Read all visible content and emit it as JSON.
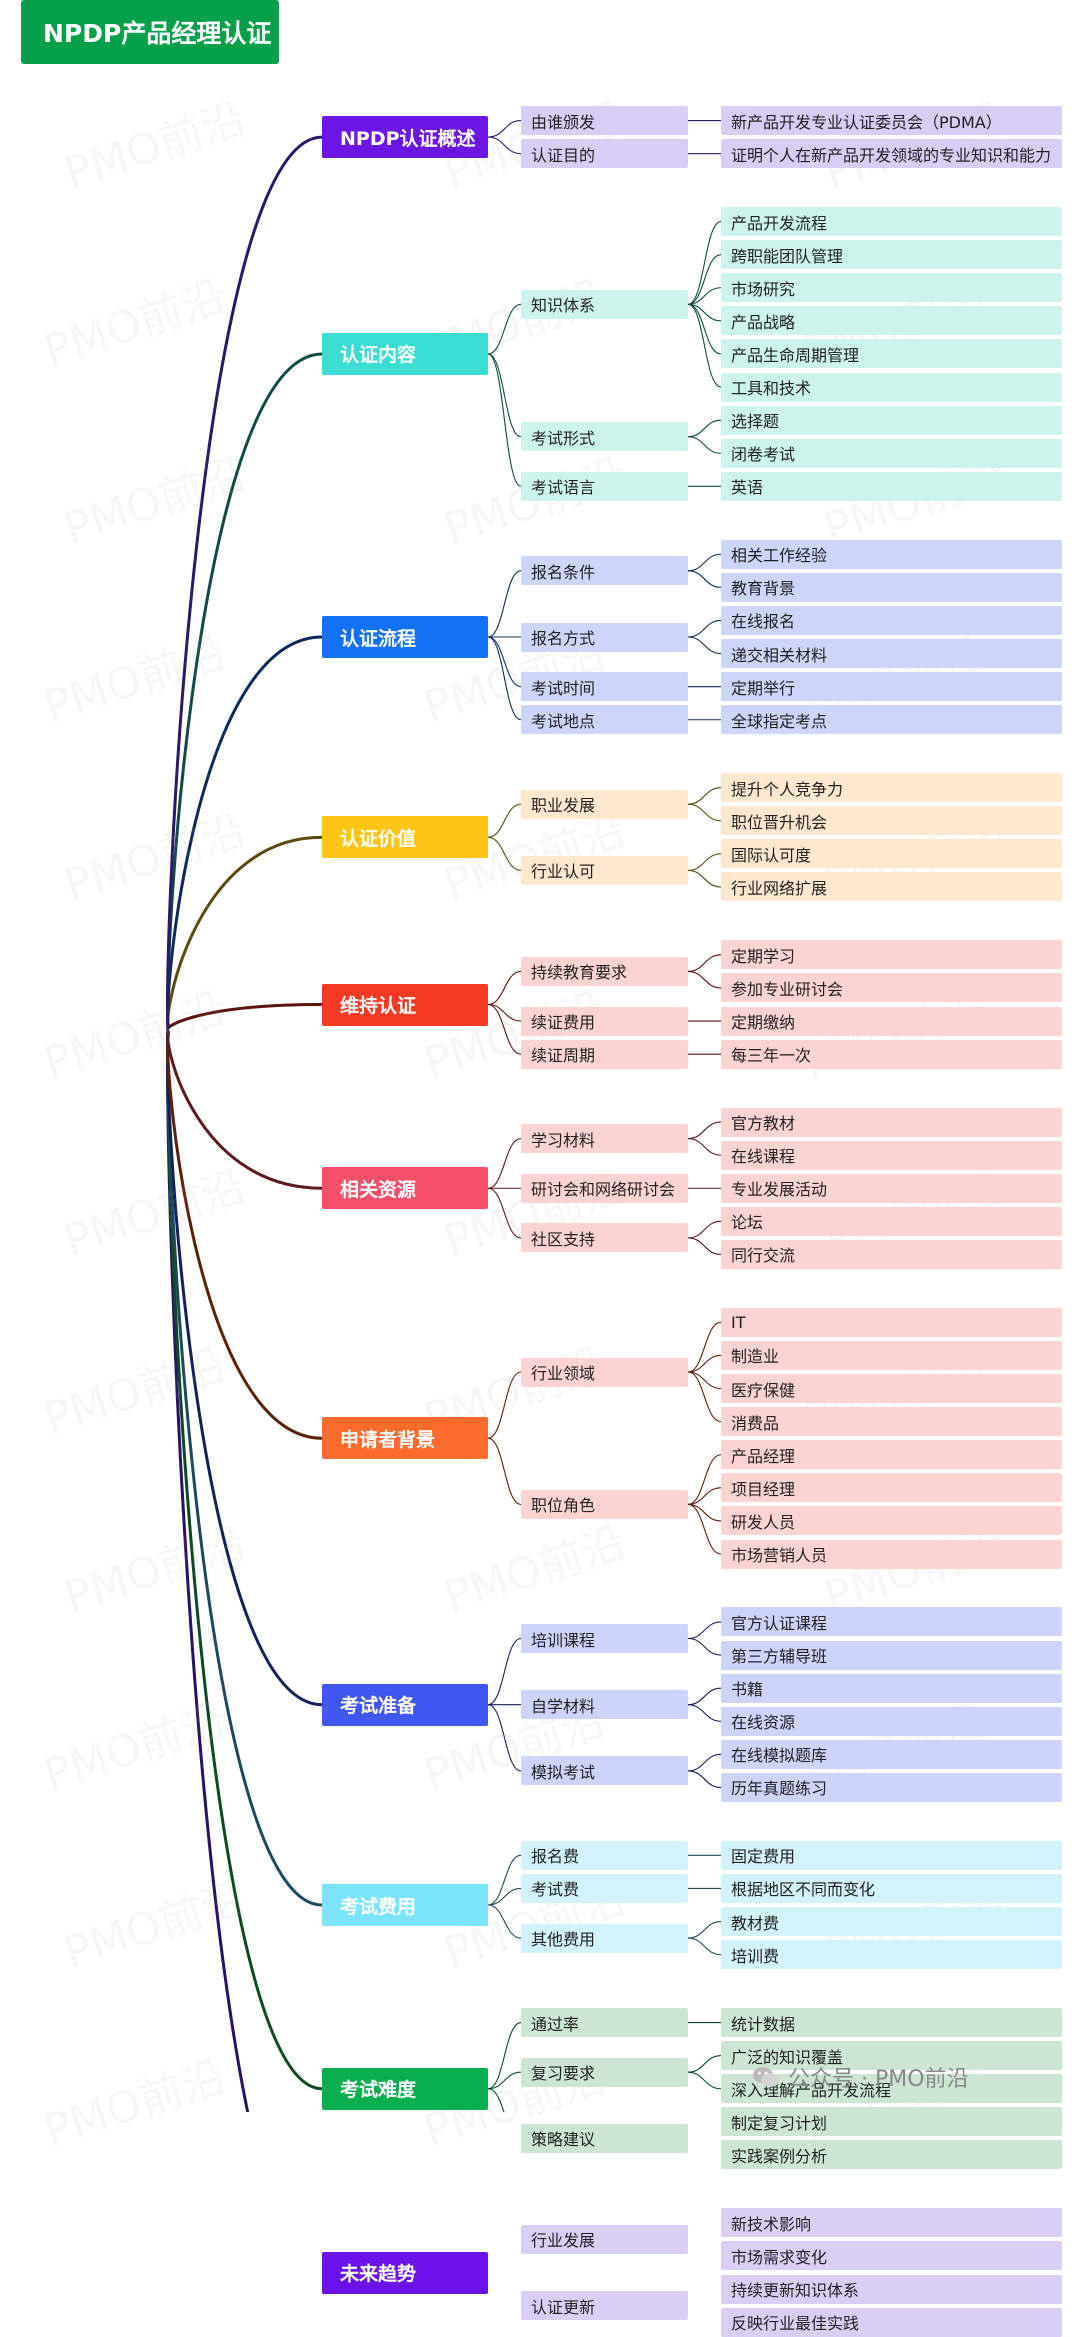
{
  "root": "NPDP产品经理认证",
  "watermark": "PMO前沿",
  "footer": "公众号 · PMO前沿",
  "branches": [
    {
      "label": "NPDP认证概述",
      "color": "#6c16e6",
      "line": "#2a1868",
      "sub_bg": "#d8cdf5",
      "leaf_bg": "#d8cdf5",
      "text": "#ffffff",
      "subs": [
        {
          "label": "由谁颁发",
          "leaves": [
            "新产品开发专业认证委员会（PDMA）"
          ]
        },
        {
          "label": "认证目的",
          "leaves": [
            "证明个人在新产品开发领域的专业知识和能力"
          ]
        }
      ]
    },
    {
      "label": "认证内容",
      "color": "#3bdcd2",
      "line": "#0f4a44",
      "sub_bg": "#cdf3ee",
      "leaf_bg": "#cdf3ee",
      "text": "#ffffff",
      "subs": [
        {
          "label": "知识体系",
          "leaves": [
            "产品开发流程",
            "跨职能团队管理",
            "市场研究",
            "产品战略",
            "产品生命周期管理",
            "工具和技术"
          ]
        },
        {
          "label": "考试形式",
          "leaves": [
            "选择题",
            "闭卷考试"
          ]
        },
        {
          "label": "考试语言",
          "leaves": [
            "英语"
          ]
        }
      ]
    },
    {
      "label": "认证流程",
      "color": "#1272f5",
      "line": "#0d2a5a",
      "sub_bg": "#cdd5fa",
      "leaf_bg": "#cdd5fa",
      "text": "#ffffff",
      "subs": [
        {
          "label": "报名条件",
          "leaves": [
            "相关工作经验",
            "教育背景"
          ]
        },
        {
          "label": "报名方式",
          "leaves": [
            "在线报名",
            "递交相关材料"
          ]
        },
        {
          "label": "考试时间",
          "leaves": [
            "定期举行"
          ]
        },
        {
          "label": "考试地点",
          "leaves": [
            "全球指定考点"
          ]
        }
      ]
    },
    {
      "label": "认证价值",
      "color": "#fcc414",
      "line": "#5a4a10",
      "sub_bg": "#fde8cf",
      "leaf_bg": "#fde8cf",
      "text": "#ffffff",
      "subs": [
        {
          "label": "职业发展",
          "leaves": [
            "提升个人竞争力",
            "职位晋升机会"
          ]
        },
        {
          "label": "行业认可",
          "leaves": [
            "国际认可度",
            "行业网络扩展"
          ]
        }
      ]
    },
    {
      "label": "维持认证",
      "color": "#f53a24",
      "line": "#5a120c",
      "sub_bg": "#fcd3d3",
      "leaf_bg": "#fcd3d3",
      "text": "#ffffff",
      "subs": [
        {
          "label": "持续教育要求",
          "leaves": [
            "定期学习",
            "参加专业研讨会"
          ]
        },
        {
          "label": "续证费用",
          "leaves": [
            "定期缴纳"
          ]
        },
        {
          "label": "续证周期",
          "leaves": [
            "每三年一次"
          ]
        }
      ]
    },
    {
      "label": "相关资源",
      "color": "#f5506a",
      "line": "#5a1a20",
      "sub_bg": "#fcd3d3",
      "leaf_bg": "#fcd3d3",
      "text": "#ffffff",
      "subs": [
        {
          "label": "学习材料",
          "leaves": [
            "官方教材",
            "在线课程"
          ]
        },
        {
          "label": "研讨会和网络研讨会",
          "leaves": [
            "专业发展活动"
          ]
        },
        {
          "label": "社区支持",
          "leaves": [
            "论坛",
            "同行交流"
          ]
        }
      ]
    },
    {
      "label": "申请者背景",
      "color": "#fc6a2c",
      "line": "#5a200c",
      "sub_bg": "#fcd3d3",
      "leaf_bg": "#fcd3d3",
      "text": "#ffffff",
      "subs": [
        {
          "label": "行业领域",
          "leaves": [
            "IT",
            "制造业",
            "医疗保健",
            "消费品"
          ]
        },
        {
          "label": "职位角色",
          "leaves": [
            "产品经理",
            "项目经理",
            "研发人员",
            "市场营销人员"
          ]
        }
      ]
    },
    {
      "label": "考试准备",
      "color": "#3f57ef",
      "line": "#14205a",
      "sub_bg": "#cdd3fa",
      "leaf_bg": "#cdd3fa",
      "text": "#ffffff",
      "subs": [
        {
          "label": "培训课程",
          "leaves": [
            "官方认证课程",
            "第三方辅导班"
          ]
        },
        {
          "label": "自学材料",
          "leaves": [
            "书籍",
            "在线资源"
          ]
        },
        {
          "label": "模拟考试",
          "leaves": [
            "在线模拟题库",
            "历年真题练习"
          ]
        }
      ]
    },
    {
      "label": "考试费用",
      "color": "#7ce3fc",
      "line": "#1c4a5a",
      "sub_bg": "#d2f2fc",
      "leaf_bg": "#d2f2fc",
      "text": "#ffffff",
      "subs": [
        {
          "label": "报名费",
          "leaves": [
            "固定费用"
          ]
        },
        {
          "label": "考试费",
          "leaves": [
            "根据地区不同而变化"
          ]
        },
        {
          "label": "其他费用",
          "leaves": [
            "教材费",
            "培训费"
          ]
        }
      ]
    },
    {
      "label": "考试难度",
      "color": "#0aae4e",
      "line": "#0c4a22",
      "sub_bg": "#cde6d4",
      "leaf_bg": "#cde6d4",
      "text": "#ffffff",
      "subs": [
        {
          "label": "通过率",
          "leaves": [
            "统计数据"
          ]
        },
        {
          "label": "复习要求",
          "leaves": [
            "广泛的知识覆盖",
            "深入理解产品开发流程"
          ]
        },
        {
          "label": "策略建议",
          "leaves": [
            "制定复习计划",
            "实践案例分析"
          ]
        }
      ]
    },
    {
      "label": "未来趋势",
      "color": "#6a12e8",
      "line": "#2a1068",
      "sub_bg": "#dacef5",
      "leaf_bg": "#dacef5",
      "text": "#ffffff",
      "subs": [
        {
          "label": "行业发展",
          "leaves": [
            "新技术影响",
            "市场需求变化"
          ]
        },
        {
          "label": "认证更新",
          "leaves": [
            "持续更新知识体系",
            "反映行业最佳实践"
          ]
        }
      ]
    }
  ]
}
